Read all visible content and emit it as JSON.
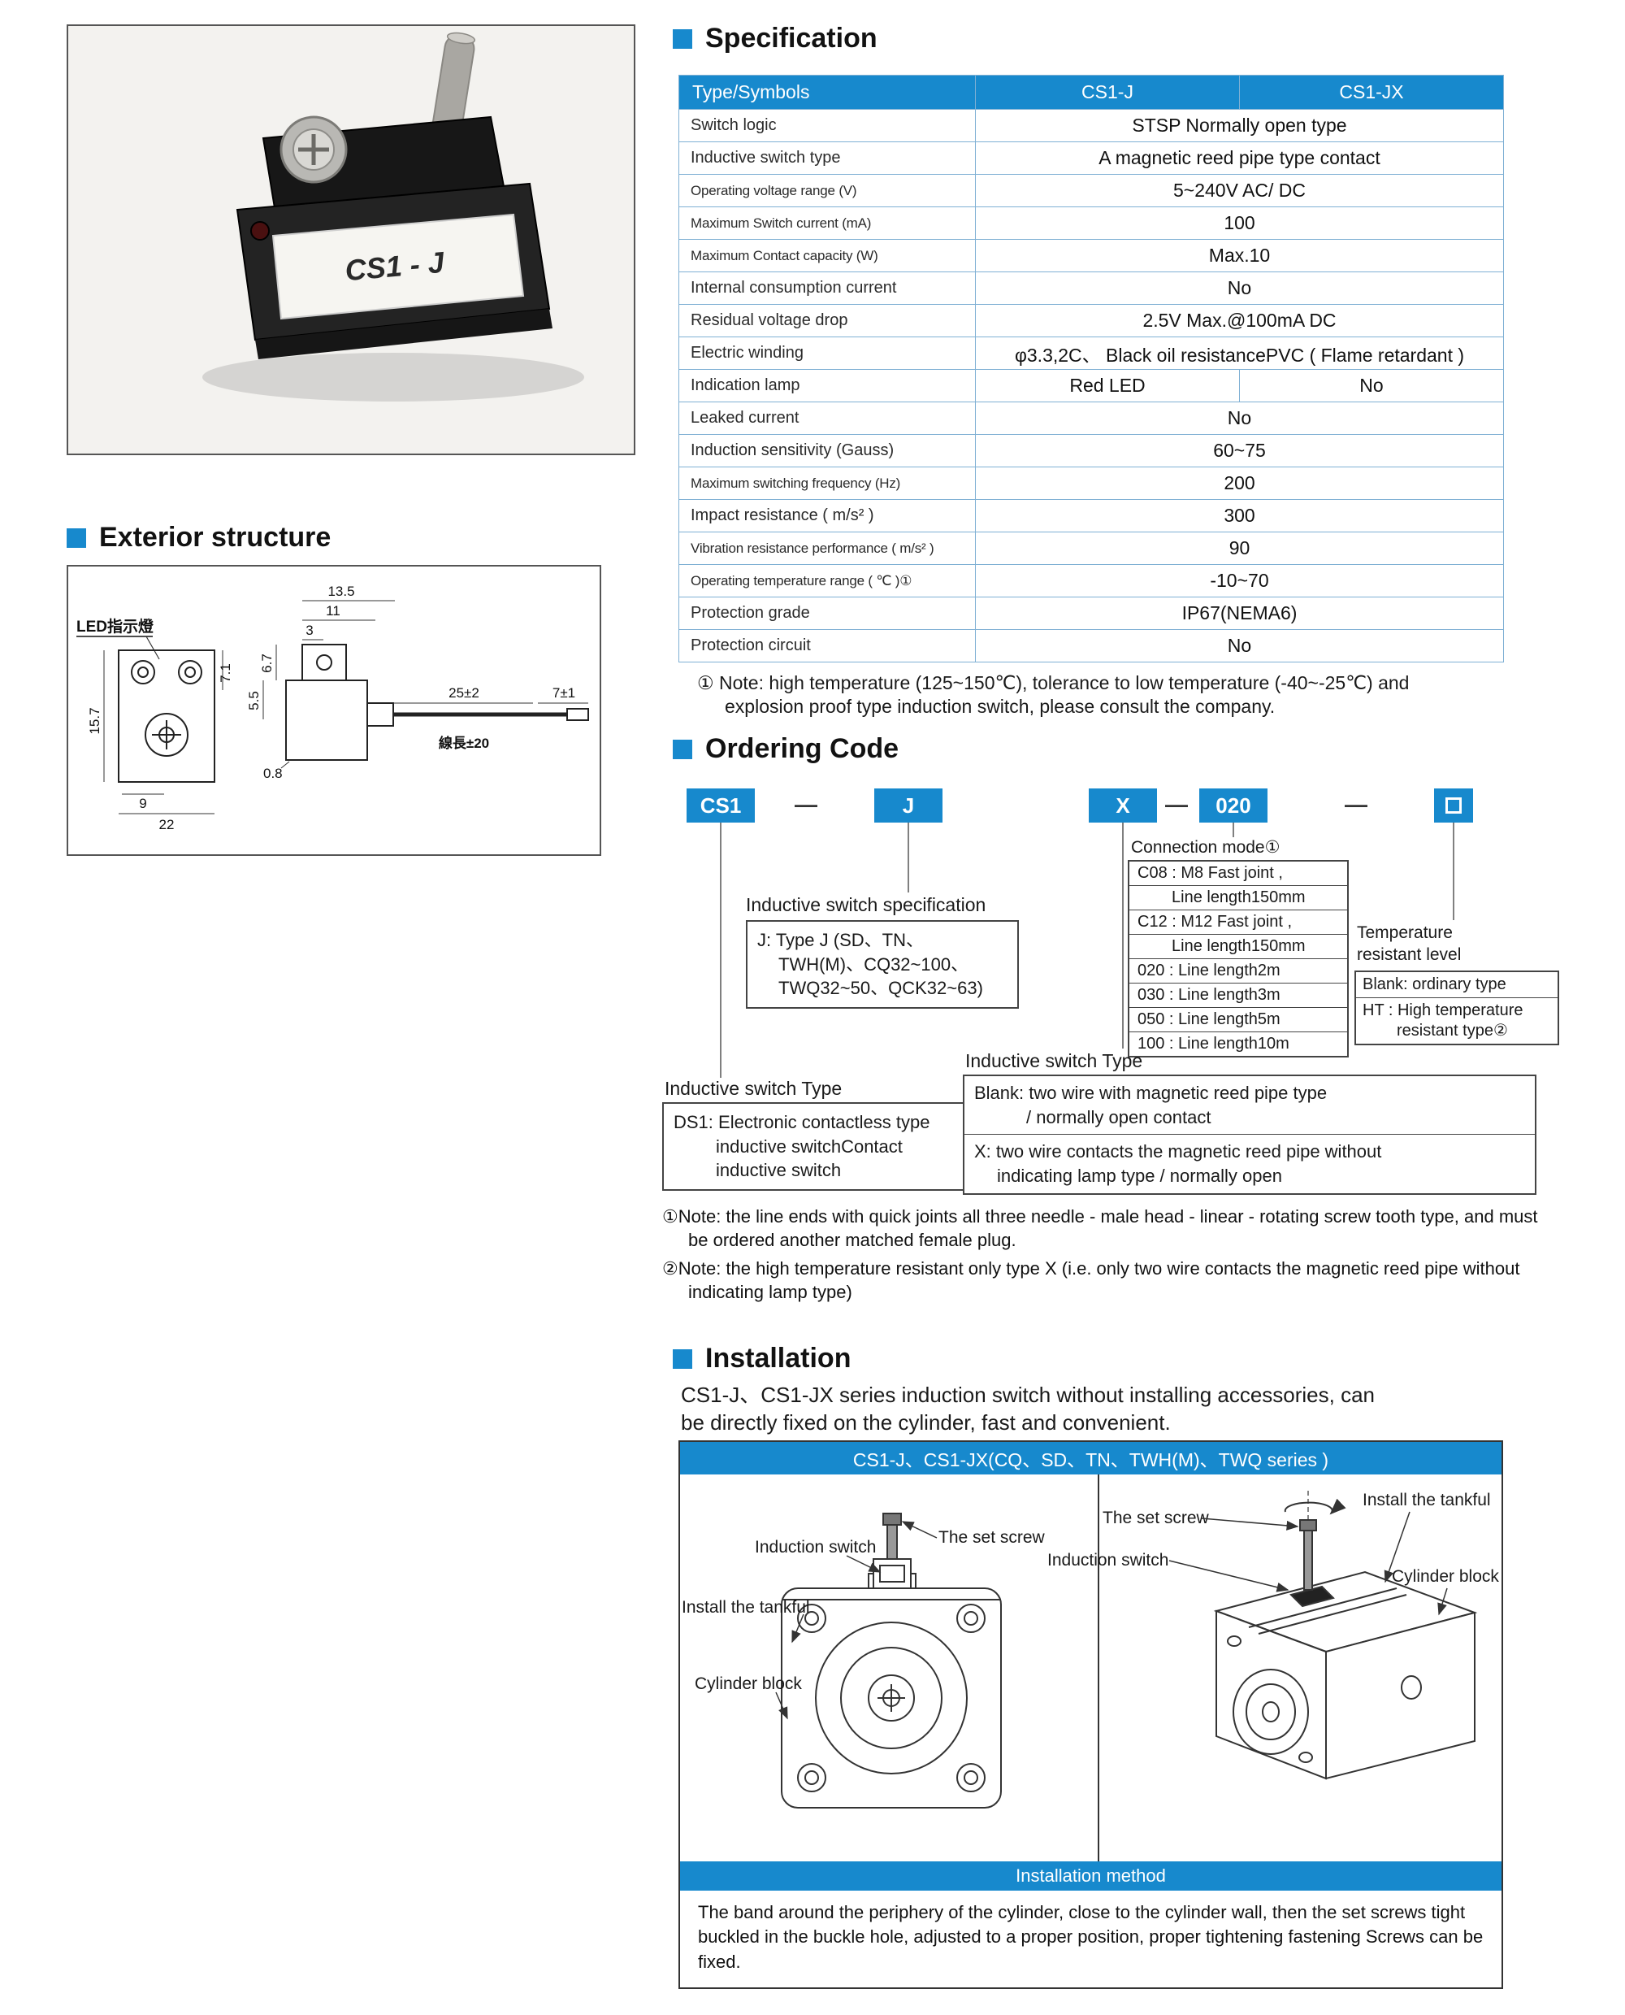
{
  "accent": "#1789cd",
  "photo": {
    "label": "CS1 - J"
  },
  "exterior": {
    "title": "Exterior structure",
    "led_label": "LED指示燈",
    "dims": {
      "w135": "13.5",
      "w11": "11",
      "w3": "3",
      "h71": "7.1",
      "h67": "6.7",
      "h55": "5.5",
      "h157": "15.7",
      "t08": "0.8",
      "w9": "9",
      "w22": "22",
      "c25": "25±2",
      "c7": "7±1",
      "clen": "線長±20"
    }
  },
  "spec": {
    "title": "Specification",
    "headers": [
      "Type/Symbols",
      "CS1-J",
      "CS1-JX"
    ],
    "rows": [
      {
        "label": "Switch logic",
        "value": "STSP Normally open type"
      },
      {
        "label": "Inductive switch type",
        "value": "A magnetic reed pipe type contact"
      },
      {
        "label": "Operating voltage range (V)",
        "value": "5~240V AC/ DC"
      },
      {
        "label": "Maximum Switch current (mA)",
        "value": "100"
      },
      {
        "label": "Maximum Contact capacity (W)",
        "value": "Max.10"
      },
      {
        "label": "Internal consumption current",
        "value": "No"
      },
      {
        "label": "Residual voltage drop",
        "value": "2.5V Max.@100mA DC"
      },
      {
        "label": "Electric winding",
        "value": "φ3.3,2C、 Black oil resistancePVC ( Flame retardant )"
      },
      {
        "label": "Indication lamp",
        "value": "Red LED",
        "value2": "No"
      },
      {
        "label": "Leaked current",
        "value": "No"
      },
      {
        "label": "Induction sensitivity (Gauss)",
        "value": "60~75"
      },
      {
        "label": "Maximum switching frequency (Hz)",
        "value": "200"
      },
      {
        "label": "Impact resistance ( m/s² )",
        "value": "300"
      },
      {
        "label": "Vibration resistance performance ( m/s² )",
        "value": "90"
      },
      {
        "label": "Operating temperature range ( ℃ )①",
        "value": "-10~70"
      },
      {
        "label": "Protection grade",
        "value": "IP67(NEMA6)"
      },
      {
        "label": "Protection circuit",
        "value": "No"
      }
    ],
    "note_line1": "① Note: high temperature (125~150℃), tolerance to low temperature (-40~-25℃) and",
    "note_line2": "explosion proof type induction switch, please consult the company."
  },
  "ordering": {
    "title": "Ordering Code",
    "codes": {
      "c1": "CS1",
      "c2": "J",
      "c3": "X",
      "c4": "020"
    },
    "dash": "—",
    "spec_box": {
      "title": "Inductive switch specification",
      "lines": [
        "J: Type J (SD、TN、",
        "TWH(M)、CQ32~100、",
        "TWQ32~50、QCK32~63)"
      ]
    },
    "connection": {
      "title": "Connection mode①",
      "rows": [
        "C08 : M8 Fast joint ,",
        "Line length150mm",
        "C12 : M12 Fast joint ,",
        "Line length150mm",
        "020 : Line length2m",
        "030 : Line length3m",
        "050 : Line length5m",
        "100 : Line length10m"
      ]
    },
    "temp": {
      "title_line1": "Temperature",
      "title_line2": "resistant level",
      "row1": "Blank: ordinary type",
      "row2_line1": "HT : High temperature",
      "row2_line2": "resistant type②"
    },
    "type_left": {
      "title": "Inductive switch Type",
      "lines": [
        "DS1: Electronic contactless type",
        "inductive switchContact",
        "inductive switch"
      ]
    },
    "type_right": {
      "title": "Inductive switch Type",
      "row1_line1": "Blank: two wire with magnetic reed pipe type",
      "row1_line2": "/ normally open contact",
      "row2_line1": "X: two wire contacts the magnetic reed pipe without",
      "row2_line2": "indicating lamp type / normally open"
    },
    "note1": "①Note: the line ends with quick joints all three needle - male head - linear - rotating screw tooth type, and must be ordered another matched female plug.",
    "note2": "②Note: the high temperature resistant only type X (i.e. only two wire contacts the magnetic reed pipe without indicating lamp type)"
  },
  "installation": {
    "title": "Installation",
    "intro_line1": "CS1-J、CS1-JX series induction switch without installing accessories, can",
    "intro_line2": "be directly fixed on the cylinder, fast and convenient.",
    "figure_header": "CS1-J、CS1-JX(CQ、SD、TN、TWH(M)、TWQ series )",
    "labels": {
      "induction_switch": "Induction switch",
      "set_screw": "The set screw",
      "install_tankful": "Install the tankful",
      "cylinder_block": "Cylinder block"
    },
    "method_bar": "Installation method",
    "method_text": "The band around the periphery of the cylinder, close to the cylinder wall, then the set screws tight buckled in the buckle hole, adjusted to a proper position, proper tightening fastening Screws can be fixed."
  }
}
